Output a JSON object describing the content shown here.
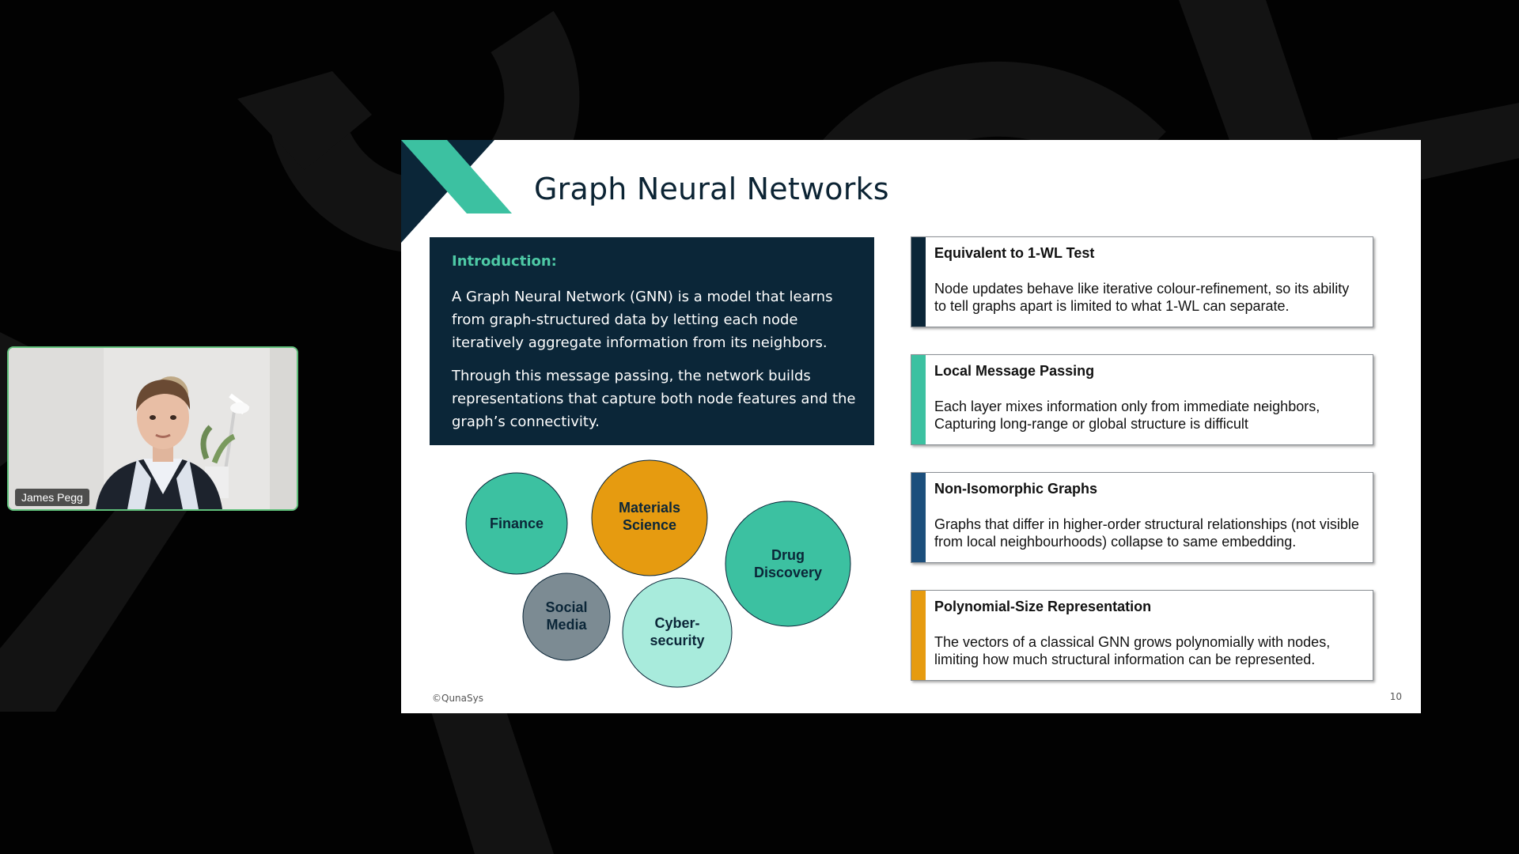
{
  "participant": {
    "name": "James Pegg"
  },
  "slide": {
    "title": "Graph Neural Networks",
    "intro": {
      "heading": "Introduction:",
      "paragraph1": "A Graph Neural Network (GNN) is a model that learns from graph-structured data by letting each node iteratively aggregate information from its neighbors.",
      "paragraph2": "Through this message passing, the network builds representations that capture both node features and the graph’s connectivity."
    },
    "bubbles": {
      "finance": {
        "line1": "Finance",
        "color": "#3cc1a1"
      },
      "materials": {
        "line1": "Materials",
        "line2": "Science",
        "color": "#e69b10"
      },
      "drug": {
        "line1": "Drug",
        "line2": "Discovery",
        "color": "#3cc1a1"
      },
      "social": {
        "line1": "Social",
        "line2": "Media",
        "color": "#7c8b93"
      },
      "cyber": {
        "line1": "Cyber-",
        "line2": "security",
        "color": "#a8ebdc"
      }
    },
    "cards": [
      {
        "title": "Equivalent to 1-WL Test",
        "text": "Node updates behave like iterative colour-refinement, so its ability to tell graphs apart is limited to what 1-WL can separate.",
        "stripe_color": "#0b2638"
      },
      {
        "title": "Local Message Passing",
        "text": "Each layer mixes information only from immediate neighbors, Capturing long-range or global structure is difficult",
        "stripe_color": "#3cc1a1"
      },
      {
        "title": "Non-Isomorphic Graphs",
        "text": "Graphs that differ in higher-order structural relationships (not visible from local neighbourhoods) collapse to same embedding.",
        "stripe_color": "#1c4f7c"
      },
      {
        "title": "Polynomial-Size Representation",
        "text": "The vectors of a classical GNN grows polynomially with nodes, limiting how much structural information can be represented.",
        "stripe_color": "#e69b10"
      }
    ],
    "footer": "©QunaSys",
    "page_number": "10"
  },
  "colors": {
    "navy": "#0b2638",
    "teal": "#3cc1a1",
    "webcam_border": "#5fbf7a"
  }
}
